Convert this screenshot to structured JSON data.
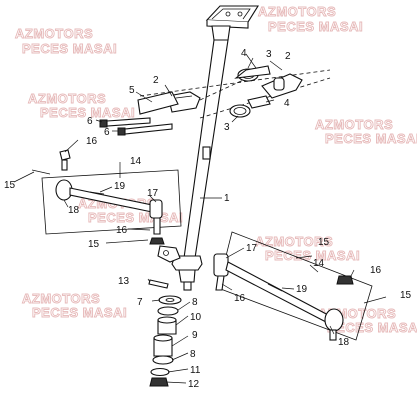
{
  "watermark": {
    "line1": "AZMOTORS",
    "line2": "PECES MASAI"
  },
  "callouts": {
    "c1": "1",
    "c2a": "2",
    "c2b": "2",
    "c3a": "3",
    "c3b": "3",
    "c4a": "4",
    "c4b": "4",
    "c5": "5",
    "c6a": "6",
    "c6b": "6",
    "c7": "7",
    "c8a": "8",
    "c8b": "8",
    "c9": "9",
    "c10": "10",
    "c11": "11",
    "c12": "12",
    "c13": "13",
    "c14a": "14",
    "c14b": "14",
    "c15a": "15",
    "c15b": "15",
    "c15c": "15",
    "c15d": "15",
    "c16a": "16",
    "c16b": "16",
    "c16c": "16",
    "c16d": "16",
    "c17a": "17",
    "c17b": "17",
    "c18a": "18",
    "c18b": "18",
    "c19a": "19",
    "c19b": "19"
  }
}
